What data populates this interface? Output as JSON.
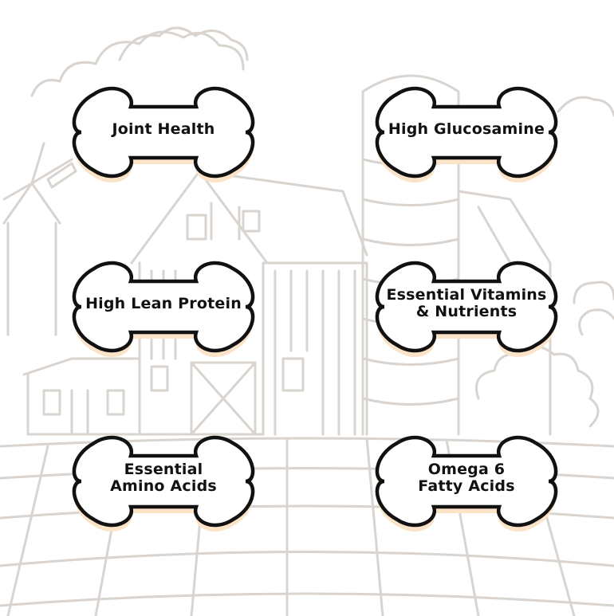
{
  "colors": {
    "background": "#ffffff",
    "sketch": "#d9d4cf",
    "bone_fill": "#ffffff",
    "bone_outline": "#111111",
    "bone_shadow": "#fbe3c8",
    "text": "#111111"
  },
  "background": {
    "icon": "farm-barn-silo-sketch"
  },
  "badges": [
    {
      "icon": "bone-icon",
      "label": "Joint Health"
    },
    {
      "icon": "bone-icon",
      "label": "High Glucosamine"
    },
    {
      "icon": "bone-icon",
      "label": "High Lean Protein"
    },
    {
      "icon": "bone-icon",
      "label": "Essential Vitamins\n& Nutrients"
    },
    {
      "icon": "bone-icon",
      "label": "Essential\nAmino Acids"
    },
    {
      "icon": "bone-icon",
      "label": "Omega 6\nFatty Acids"
    }
  ]
}
